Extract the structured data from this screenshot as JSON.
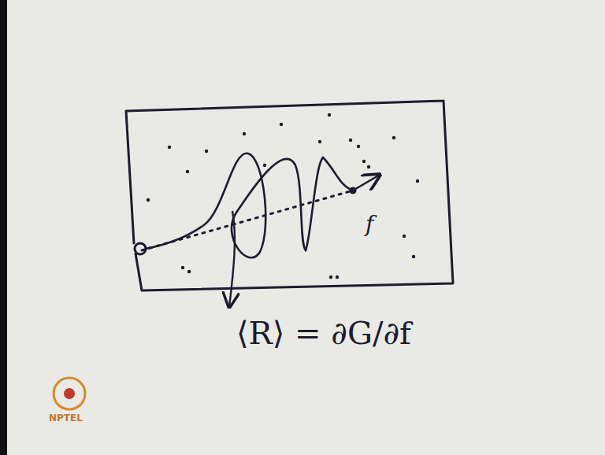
{
  "diagram": {
    "labels": [
      "f",
      "⟨R⟩ = ∂G/∂f",
      "NPTEL"
    ]
  }
}
